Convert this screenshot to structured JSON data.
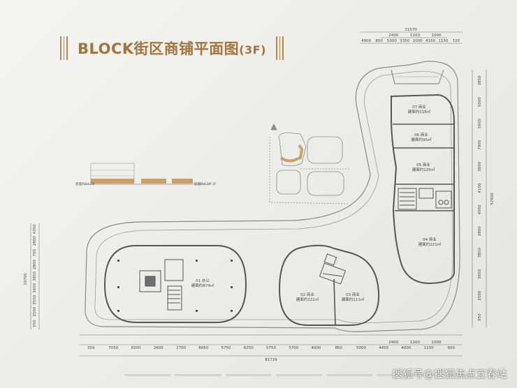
{
  "title": "BLOCK街区商铺平面图",
  "title_suffix": "(3F)",
  "watermark": "搜狐号@搜狐焦点宜春站",
  "top_dims": {
    "overall": "21570",
    "row1": [
      "2400",
      "1100",
      "1000"
    ],
    "row2": [
      "4900",
      "850",
      "5000",
      "3350",
      "1000",
      "4150",
      "1150",
      "720"
    ]
  },
  "bottom_dims": {
    "row1": [
      "359",
      "7050",
      "8200",
      "2600",
      "2700",
      "8050",
      "5750",
      "6250",
      "5750",
      "5700",
      "4900",
      "850",
      "5000",
      "4450",
      "4000",
      "1150",
      "600"
    ],
    "row1b": [
      "2400",
      "1100",
      "1000"
    ],
    "overall": "81729"
  },
  "right_dims": {
    "overall": "57400",
    "segments": [
      "3850",
      "5000",
      "5600",
      "7900",
      "3600",
      "4100",
      "4950",
      "2800",
      "3850",
      "3650",
      "2500",
      "550"
    ]
  },
  "left_dims": {
    "overall": "19700",
    "segments": [
      "4350",
      "2800",
      "700",
      "2800",
      "3850",
      "3650",
      "3550",
      "2500",
      "550"
    ]
  },
  "units": [
    {
      "id": "07 商业",
      "area": "建面约118㎡"
    },
    {
      "id": "06 商业",
      "area": "建面约95㎡"
    },
    {
      "id": "05 商业",
      "area": "建面约125㎡"
    },
    {
      "id": "04 商业",
      "area": "建面约221㎡"
    },
    {
      "id": "03 商业",
      "area": "建面约111㎡"
    },
    {
      "id": "02 商业",
      "area": "建面约221㎡"
    },
    {
      "id": "01 办公",
      "area": "建面约874㎡"
    }
  ],
  "elevation": {
    "left_label": "屋面约54.2M",
    "right_label": "屋面约4.1M 3F"
  },
  "colors": {
    "accent": "#a2763a",
    "line": "#6f6f6f",
    "tan": "#c7a06a"
  }
}
